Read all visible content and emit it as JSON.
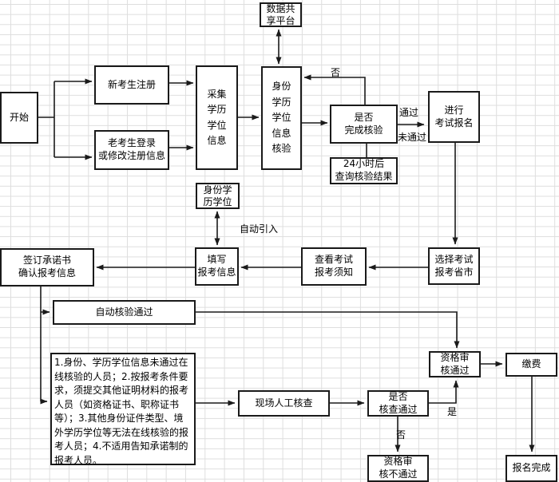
{
  "diagram": {
    "nodes": {
      "start": "开始",
      "new_candidate": "新考生注册",
      "old_candidate": "老考生登录\n或修改注册信息",
      "collect_info": "采集\n学历\n学位\n信息",
      "verify_info": "身份\n学历\n学位\n信息\n核验",
      "data_platform": "数据共\n享平台",
      "complete_check": "是否\n完成核验",
      "check_result": "24小时后\n查询核验结果",
      "proceed_registration": "进行\n考试报名",
      "select_province": "选择考试\n报考省市",
      "id_edu_info": "身份学\n历学位",
      "fill_info": "填写\n报考信息",
      "view_notice": "查看考试\n报考须知",
      "sign_commitment": "签订承诺书\n确认报考信息",
      "auto_verify_passed": "自动核验通过",
      "special_personnel": "1.身份、学历学位信息未通过在线核验的人员；2.按报考条件要求，须提交其他证明材料的报考人员（如资格证书、职称证书等）；3.其他身份证件类型、境外学历学位等无法在线核验的报考人员；4.不适用告知承诺制的报考人员。",
      "onsite_check": "现场人工核查",
      "check_passed": "是否\n核查通过",
      "qualification_passed": "资格审\n核通过",
      "payment": "缴费",
      "qualification_failed": "资格审\n核不通过",
      "registration_complete": "报名完成"
    },
    "edge_labels": {
      "verify_no": "否",
      "pass": "通过",
      "not_pass": "未通过",
      "auto_import": "自动引入",
      "yes": "是",
      "check_no": "否"
    },
    "colors": {
      "line": "#1a1a1a",
      "grid": "#dedede",
      "background": "#ffffff"
    }
  }
}
